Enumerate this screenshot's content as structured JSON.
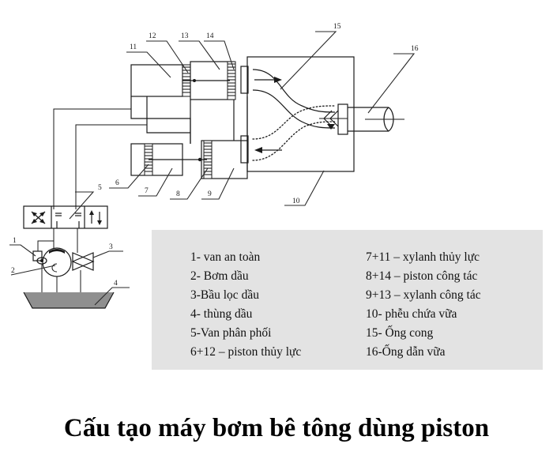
{
  "figure": {
    "title": "Cấu tạo máy bơm bê tông dùng piston",
    "callouts": [
      {
        "id": "1",
        "label": "1"
      },
      {
        "id": "2",
        "label": "2"
      },
      {
        "id": "3",
        "label": "3"
      },
      {
        "id": "4",
        "label": "4"
      },
      {
        "id": "5",
        "label": "5"
      },
      {
        "id": "6",
        "label": "6"
      },
      {
        "id": "7",
        "label": "7"
      },
      {
        "id": "8",
        "label": "8"
      },
      {
        "id": "9",
        "label": "9"
      },
      {
        "id": "10",
        "label": "10"
      },
      {
        "id": "11",
        "label": "11"
      },
      {
        "id": "12",
        "label": "12"
      },
      {
        "id": "13",
        "label": "13"
      },
      {
        "id": "14",
        "label": "14"
      },
      {
        "id": "15",
        "label": "15"
      },
      {
        "id": "16",
        "label": "16"
      }
    ]
  },
  "legend": {
    "background_color": "#e3e3e3",
    "column_left": [
      "1- van an toàn",
      "2- Bơm dầu",
      "3-Bầu lọc dầu",
      "4- thùng dầu",
      "5-Van phân phối",
      "6+12 – piston thủy lực"
    ],
    "column_right": [
      "7+11 – xylanh thủy lực",
      "8+14 – piston công tác",
      "9+13 – xylanh công tác",
      "10- phễu chứa vữa",
      "15- Ống cong",
      "16-Ống dẫn vữa"
    ]
  },
  "colors": {
    "line": "#1a1a1a",
    "legend_bg": "#e3e3e3",
    "tank_fill": "#8f8f8f",
    "page_bg": "#ffffff"
  }
}
